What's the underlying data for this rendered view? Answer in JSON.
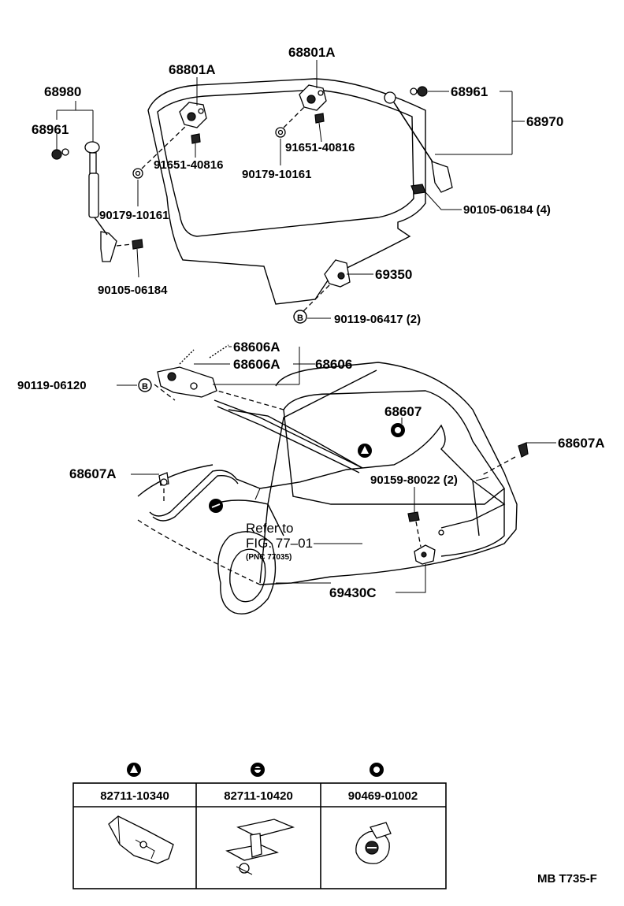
{
  "labels": {
    "p68980": "68980",
    "p68961_left": "68961",
    "p68801A_left": "68801A",
    "p68801A_right": "68801A",
    "p68961_right": "68961",
    "p68970": "68970",
    "p91651_left": "91651-40816",
    "p91651_right": "91651-40816",
    "p90179_right": "90179-10161",
    "p90179_left": "90179-10161",
    "p90105_right": "90105-06184 (4)",
    "p90105_left": "90105-06184",
    "p69350": "69350",
    "p90119_06417": "90119-06417 (2)",
    "p68606A_top": "68606A",
    "p68606A_mid": "68606A",
    "p68606": "68606",
    "p90119_06120": "90119-06120",
    "p68607": "68607",
    "p68607A_right": "68607A",
    "p68607A_left": "68607A",
    "p90159": "90159-80022 (2)",
    "ref_line1": "Refer to",
    "ref_line2": "FIG. 77–01",
    "ref_line3": "(PNC 77035)",
    "p69430C": "69430C",
    "marker_B": "B"
  },
  "table": {
    "columns": [
      {
        "symbol": "triangle-symbol",
        "part": "82711-10340"
      },
      {
        "symbol": "clip-symbol",
        "part": "82711-10420"
      },
      {
        "symbol": "grommet-symbol",
        "part": "90469-01002"
      }
    ]
  },
  "footer": {
    "code": "MB T735-F"
  }
}
